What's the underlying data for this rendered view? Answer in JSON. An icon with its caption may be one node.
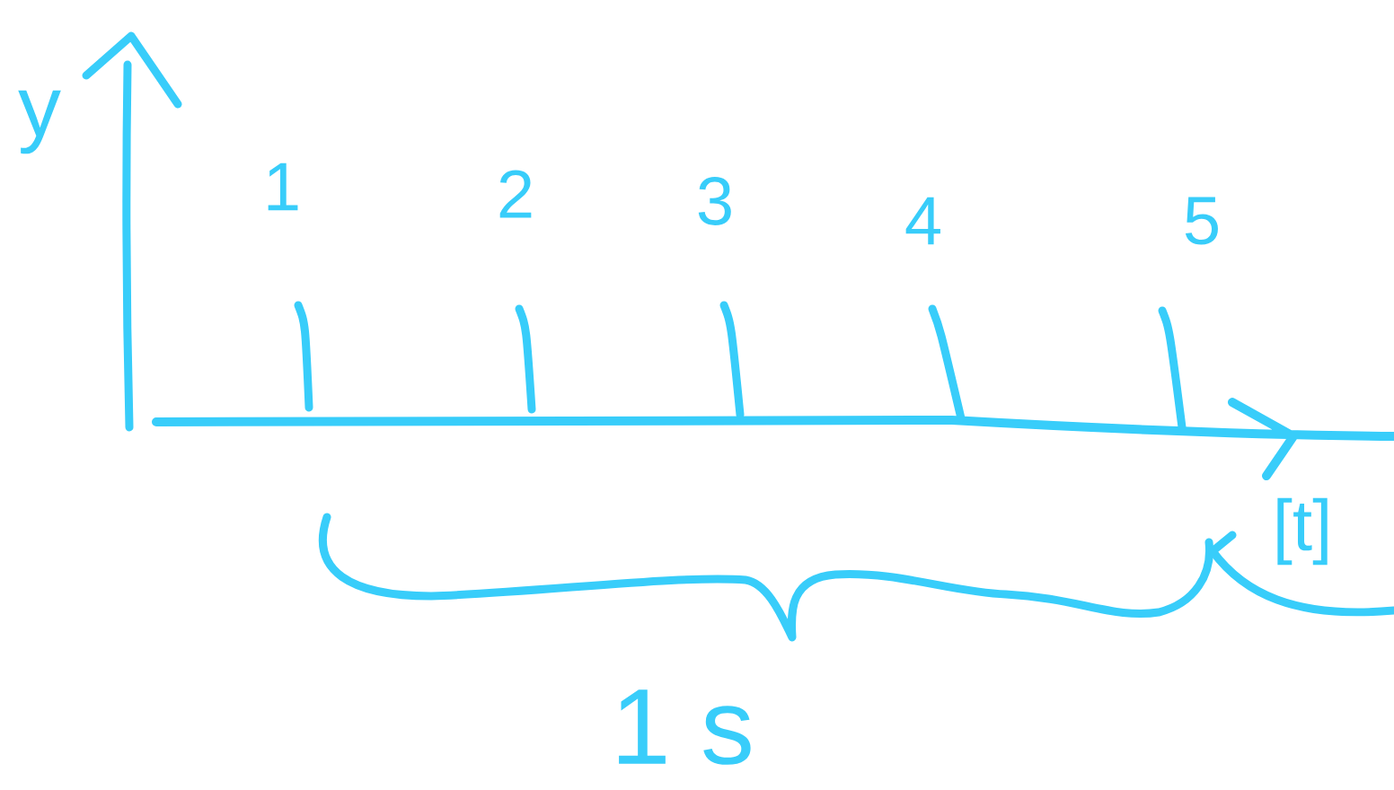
{
  "diagram": {
    "labels": [
      "y",
      "1",
      "2",
      "3",
      "4",
      "5",
      "[t]",
      "1 s"
    ]
  }
}
